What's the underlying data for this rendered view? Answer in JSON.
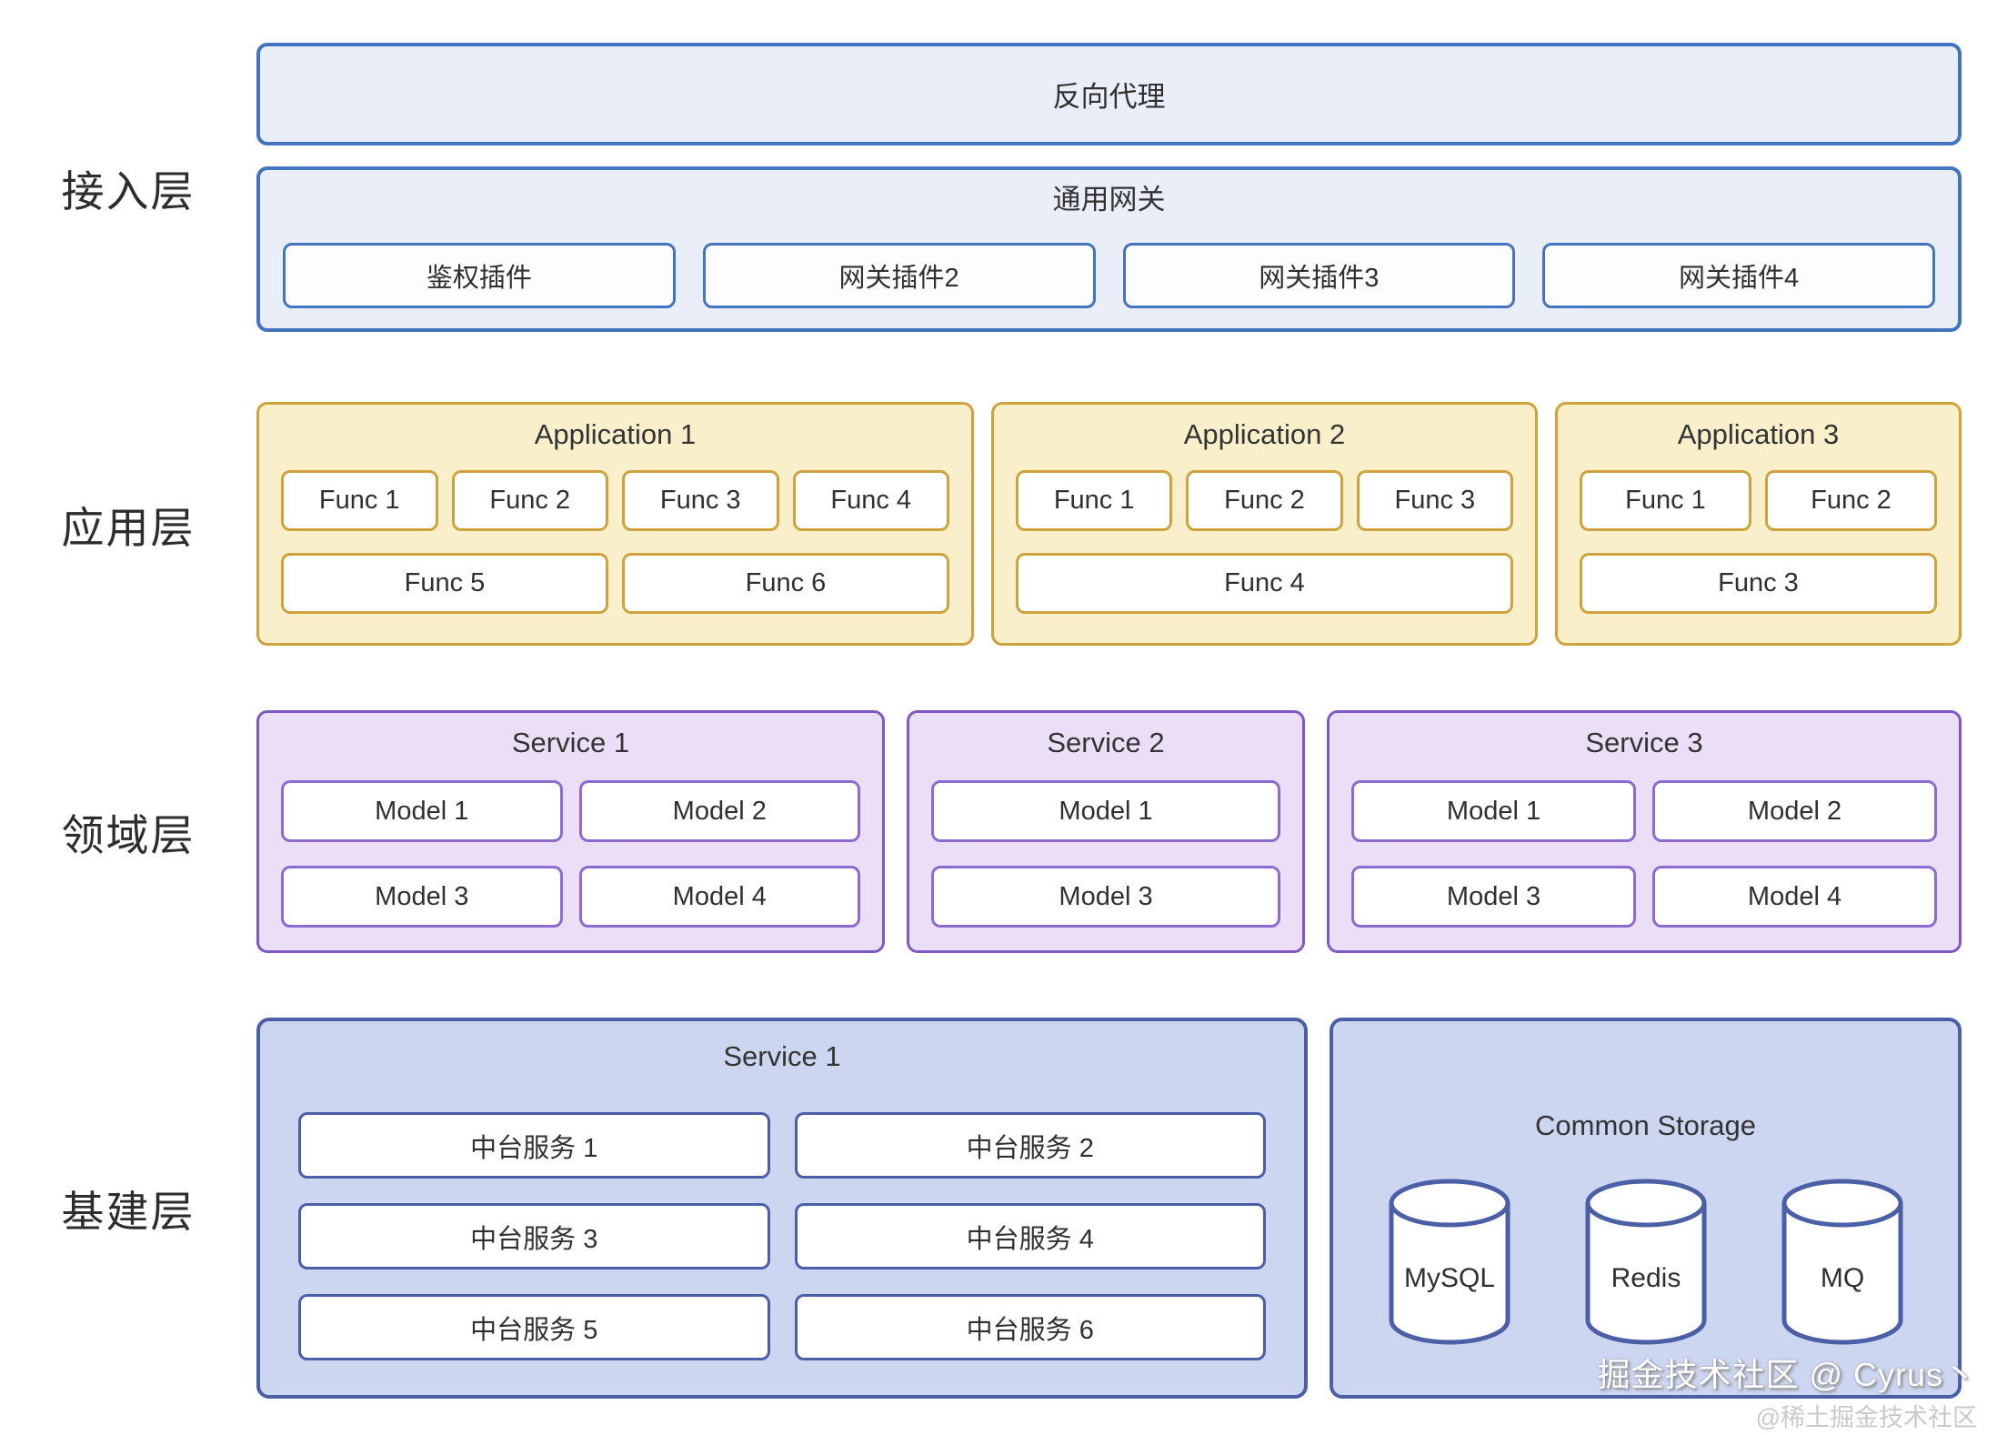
{
  "colors": {
    "access_border": "#4374bf",
    "access_fill": "#e9eef9",
    "application_border": "#cea33e",
    "application_fill": "#faefcb",
    "domain_border": "#7f57c6",
    "domain_fill": "#ebdff8",
    "infrastructure_border": "#4b5fa6",
    "infrastructure_fill": "#cdd6f0"
  },
  "layer_labels": {
    "access": "接入层",
    "application": "应用层",
    "domain": "领域层",
    "infrastructure": "基建层"
  },
  "access": {
    "proxy": "反向代理",
    "gateway": {
      "title": "通用网关",
      "plugins": [
        "鉴权插件",
        "网关插件2",
        "网关插件3",
        "网关插件4"
      ]
    }
  },
  "applications": [
    {
      "title": "Application 1",
      "row1": [
        "Func 1",
        "Func 2",
        "Func 3",
        "Func 4"
      ],
      "row2": [
        "Func 5",
        "Func 6"
      ]
    },
    {
      "title": "Application 2",
      "row1": [
        "Func 1",
        "Func 2",
        "Func 3"
      ],
      "row2": [
        "Func 4"
      ]
    },
    {
      "title": "Application 3",
      "row1": [
        "Func 1",
        "Func 2"
      ],
      "row2": [
        "Func 3"
      ]
    }
  ],
  "domain_services": [
    {
      "title": "Service 1",
      "models": [
        "Model 1",
        "Model 2",
        "Model 3",
        "Model 4"
      ]
    },
    {
      "title": "Service 2",
      "models": [
        "Model 1",
        "Model 3"
      ]
    },
    {
      "title": "Service 3",
      "models": [
        "Model 1",
        "Model 2",
        "Model 3",
        "Model 4"
      ]
    }
  ],
  "infrastructure": {
    "service": {
      "title": "Service 1",
      "items": [
        "中台服务 1",
        "中台服务 2",
        "中台服务 3",
        "中台服务 4",
        "中台服务 5",
        "中台服务 6"
      ]
    },
    "storage": {
      "title": "Common Storage",
      "databases": [
        "MySQL",
        "Redis",
        "MQ"
      ]
    }
  },
  "watermark": {
    "line1": "掘金技术社区 @ Cyrus丶",
    "line2": "@稀土掘金技术社区"
  }
}
